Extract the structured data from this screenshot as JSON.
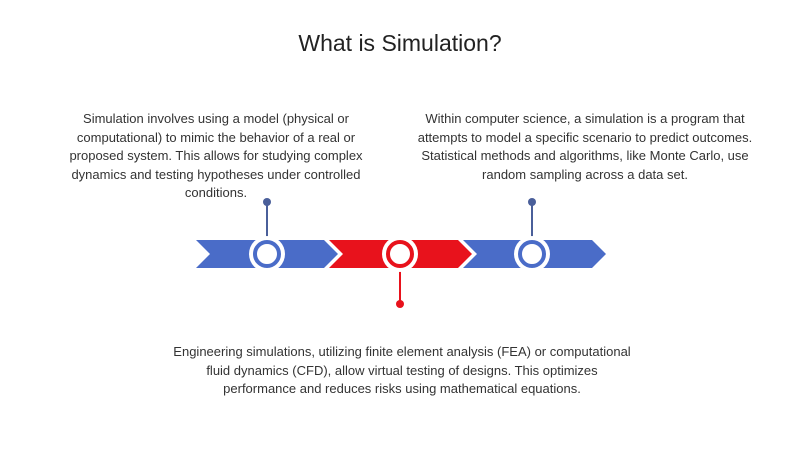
{
  "title": "What is Simulation?",
  "blocks": {
    "left": "Simulation involves using a model (physical or computational) to mimic the behavior of a real or proposed system. This allows for studying complex dynamics and testing hypotheses under controlled conditions.",
    "right": "Within computer science, a simulation is a program that attempts to model a specific scenario to predict outcomes. Statistical methods and algorithms, like Monte Carlo, use random sampling across a data set.",
    "bottom": "Engineering simulations, utilizing finite element analysis (FEA) or computational fluid dynamics (CFD), allow virtual testing of designs. This optimizes performance and reduces risks using mathematical equations."
  },
  "colors": {
    "blue": "#4a6cc8",
    "red": "#e8121c",
    "pin_blue": "#4a5f9a",
    "pin_red": "#e8121c"
  }
}
